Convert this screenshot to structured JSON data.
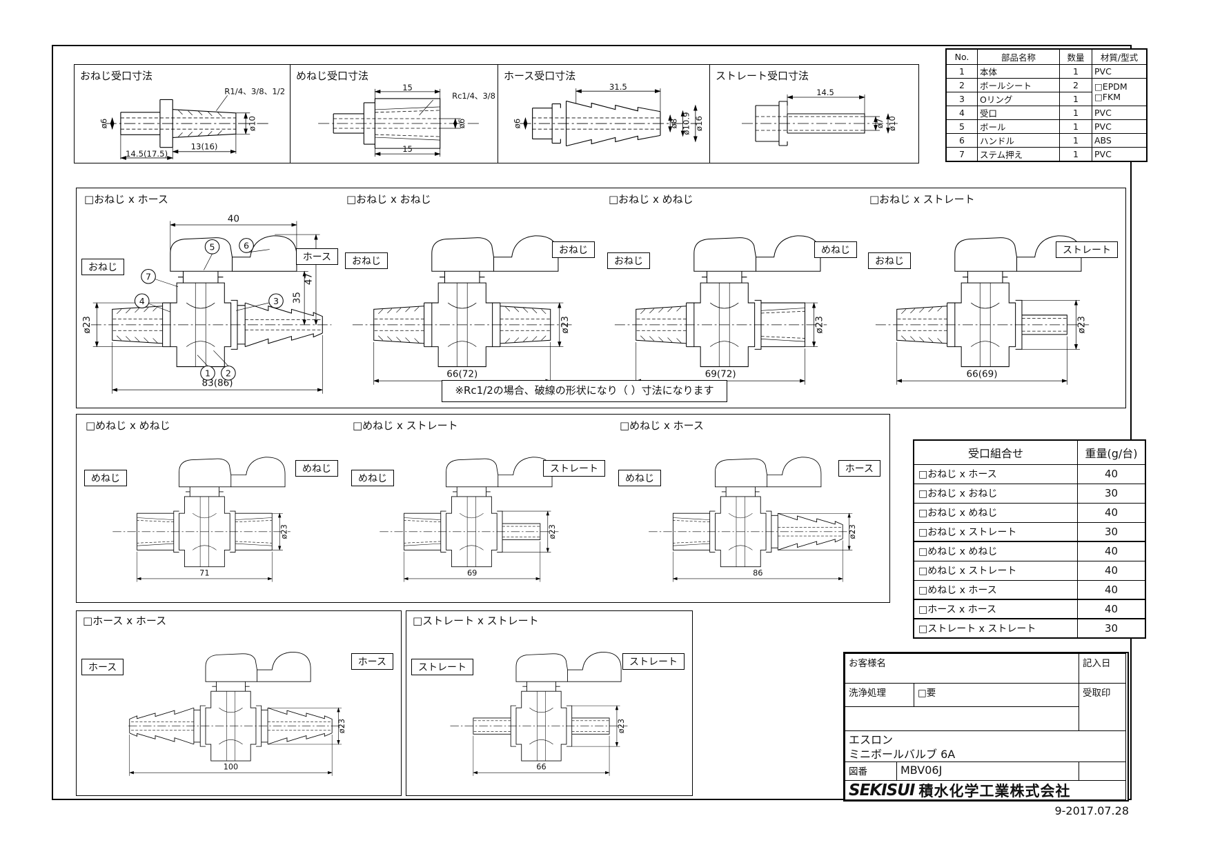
{
  "frame": {
    "date_note": "9-2017.07.28"
  },
  "parts_table": {
    "headers": {
      "no": "No.",
      "name": "部品名称",
      "qty": "数量",
      "material": "材質/型式"
    },
    "rows": [
      {
        "no": "1",
        "name": "本体",
        "qty": "1",
        "material": "PVC"
      },
      {
        "no": "2",
        "name": "ボールシート",
        "qty": "2",
        "material": "□EPDM"
      },
      {
        "no": "3",
        "name": "Oリング",
        "qty": "1",
        "material": "□FKM"
      },
      {
        "no": "4",
        "name": "受口",
        "qty": "1",
        "material": "PVC"
      },
      {
        "no": "5",
        "name": "ボール",
        "qty": "1",
        "material": "PVC"
      },
      {
        "no": "6",
        "name": "ハンドル",
        "qty": "1",
        "material": "ABS"
      },
      {
        "no": "7",
        "name": "ステム押え",
        "qty": "1",
        "material": "PVC"
      }
    ]
  },
  "detail_views": [
    {
      "title": "おねじ受口寸法",
      "thread_note": "R1/4、3/8、1/2",
      "bore": "ø6",
      "od": "ø10",
      "len_thread": "13(16)",
      "len_total": "14.5(17.5)"
    },
    {
      "title": "めねじ受口寸法",
      "len_top": "15",
      "thread_note": "Rc1/4、3/8",
      "bore": "ø6",
      "len_bottom": "15"
    },
    {
      "title": "ホース受口寸法",
      "len_top": "31.5",
      "bore": "ø6",
      "d1": "ø8",
      "d2": "ø10.9",
      "d3": "ø16"
    },
    {
      "title": "ストレート受口寸法",
      "len_top": "14.5",
      "d1": "ø7",
      "d2": "ø10"
    }
  ],
  "assemblies": [
    {
      "title": "□おねじ x ホース",
      "left_label": "おねじ",
      "right_label": "ホース",
      "width": "83(86)",
      "phi": "ø23",
      "handle_width": "40",
      "h1": "35",
      "h2": "47",
      "callouts": [
        "1",
        "2",
        "3",
        "4",
        "5",
        "6",
        "7"
      ]
    },
    {
      "title": "□おねじ x おねじ",
      "left_label": "おねじ",
      "right_label": "おねじ",
      "width": "66(72)",
      "phi": "ø23"
    },
    {
      "title": "□おねじ x めねじ",
      "left_label": "おねじ",
      "right_label": "めねじ",
      "width": "69(72)",
      "phi": "ø23"
    },
    {
      "title": "□おねじ x ストレート",
      "left_label": "おねじ",
      "right_label": "ストレート",
      "width": "66(69)",
      "phi": "ø23"
    },
    {
      "title": "□めねじ x めねじ",
      "left_label": "めねじ",
      "right_label": "めねじ",
      "width": "71",
      "phi": "ø23"
    },
    {
      "title": "□めねじ x ストレート",
      "left_label": "めねじ",
      "right_label": "ストレート",
      "width": "69",
      "phi": "ø23"
    },
    {
      "title": "□めねじ x ホース",
      "left_label": "めねじ",
      "right_label": "ホース",
      "width": "86",
      "phi": "ø23"
    },
    {
      "title": "□ホース x ホース",
      "left_label": "ホース",
      "right_label": "ホース",
      "width": "100",
      "phi": "ø23"
    },
    {
      "title": "□ストレート x ストレート",
      "left_label": "ストレート",
      "right_label": "ストレート",
      "width": "66",
      "phi": "ø23"
    }
  ],
  "note": "※Rc1/2の場合、破線の形状になり（ ）寸法になります",
  "weight_table": {
    "header_combo": "受口組合せ",
    "header_weight": "重量(g/台)",
    "rows": [
      {
        "combo": "□おねじ x ホース",
        "weight": "40"
      },
      {
        "combo": "□おねじ x おねじ",
        "weight": "30"
      },
      {
        "combo": "□おねじ x めねじ",
        "weight": "40"
      },
      {
        "combo": "□おねじ x ストレート",
        "weight": "30"
      },
      {
        "combo": "□めねじ x めねじ",
        "weight": "40"
      },
      {
        "combo": "□めねじ x ストレート",
        "weight": "40"
      },
      {
        "combo": "□めねじ x ホース",
        "weight": "40"
      },
      {
        "combo": "□ホース x ホース",
        "weight": "40"
      },
      {
        "combo": "□ストレート x ストレート",
        "weight": "30"
      }
    ]
  },
  "title_block": {
    "customer_label": "お客様名",
    "entry_date_label": "記入日",
    "washing_label": "洗浄処理",
    "required_label": "□要",
    "receipt_label": "受取印",
    "brand": "エスロン",
    "product": "ミニボールバルブ 6A",
    "drawing_no_label": "図番",
    "drawing_no": "MBV06J",
    "logo": "SEKISUI",
    "company": "積水化学工業株式会社"
  }
}
